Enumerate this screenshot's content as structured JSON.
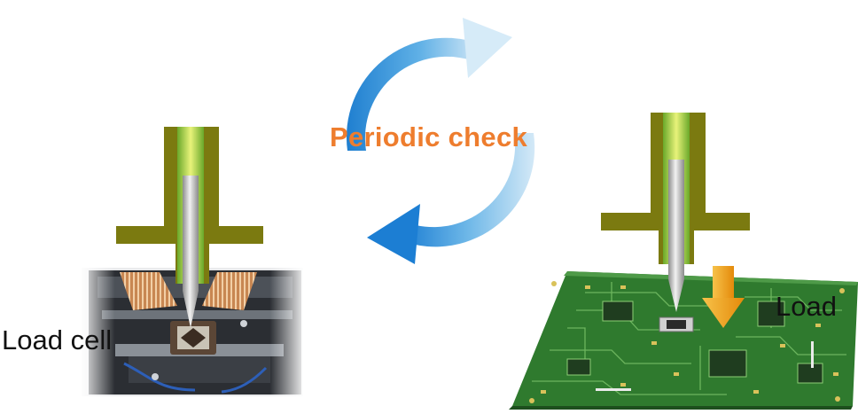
{
  "labels": {
    "load_cell": "Load cell",
    "load": "Load",
    "cycle": "Periodic check"
  },
  "colors": {
    "cycle_text": "#ee7d2e",
    "cycle_arrow": "#2c8fd8",
    "nozzle_frame": "#7b7a10",
    "nozzle_core": "#9ed63a",
    "pcb_green": "#2f7a2e",
    "load_arrow": "#f2a51a"
  },
  "icons": {
    "cycle": "circular-refresh-arrows-icon",
    "load": "down-arrow-icon"
  }
}
